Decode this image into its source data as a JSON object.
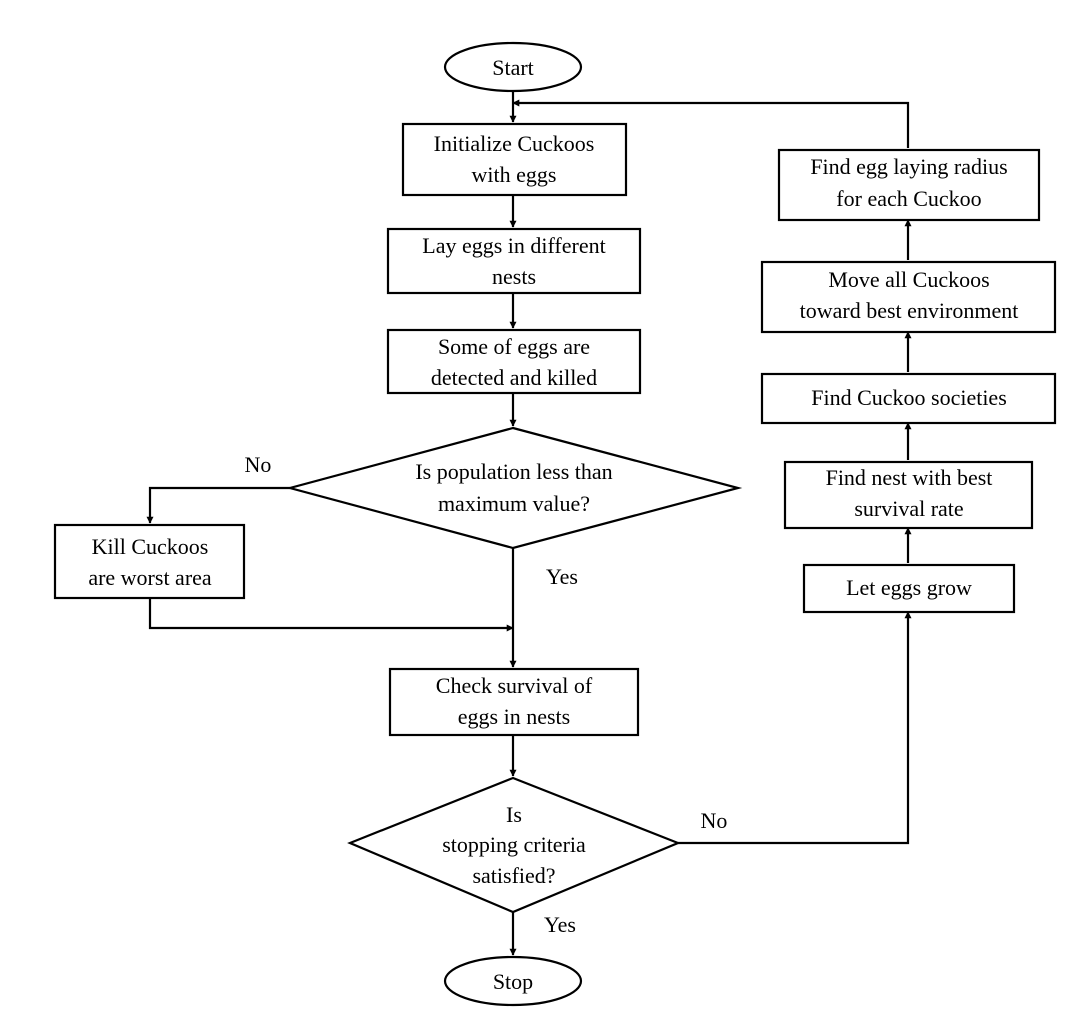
{
  "nodes": {
    "start": "Start",
    "init": [
      "Initialize Cuckoos",
      "with eggs"
    ],
    "lay": [
      "Lay eggs in different",
      "nests"
    ],
    "detect": [
      "Some of eggs are",
      "detected and killed"
    ],
    "pop_check": [
      "Is population less than",
      "maximum value?"
    ],
    "kill": [
      "Kill Cuckoos",
      "are worst area"
    ],
    "survival": [
      "Check survival of",
      "eggs in nests"
    ],
    "stop_check": [
      "Is",
      "stopping criteria",
      "satisfied?"
    ],
    "stop": "Stop",
    "grow": "Let eggs grow",
    "best_nest": [
      "Find nest with best",
      "survival rate"
    ],
    "societies": "Find Cuckoo societies",
    "move": [
      "Move all Cuckoos",
      "toward best environment"
    ],
    "radius": [
      "Find egg laying radius",
      "for each Cuckoo"
    ]
  },
  "edge_labels": {
    "pop_no": "No",
    "pop_yes": "Yes",
    "stop_no": "No",
    "stop_yes": "Yes"
  }
}
